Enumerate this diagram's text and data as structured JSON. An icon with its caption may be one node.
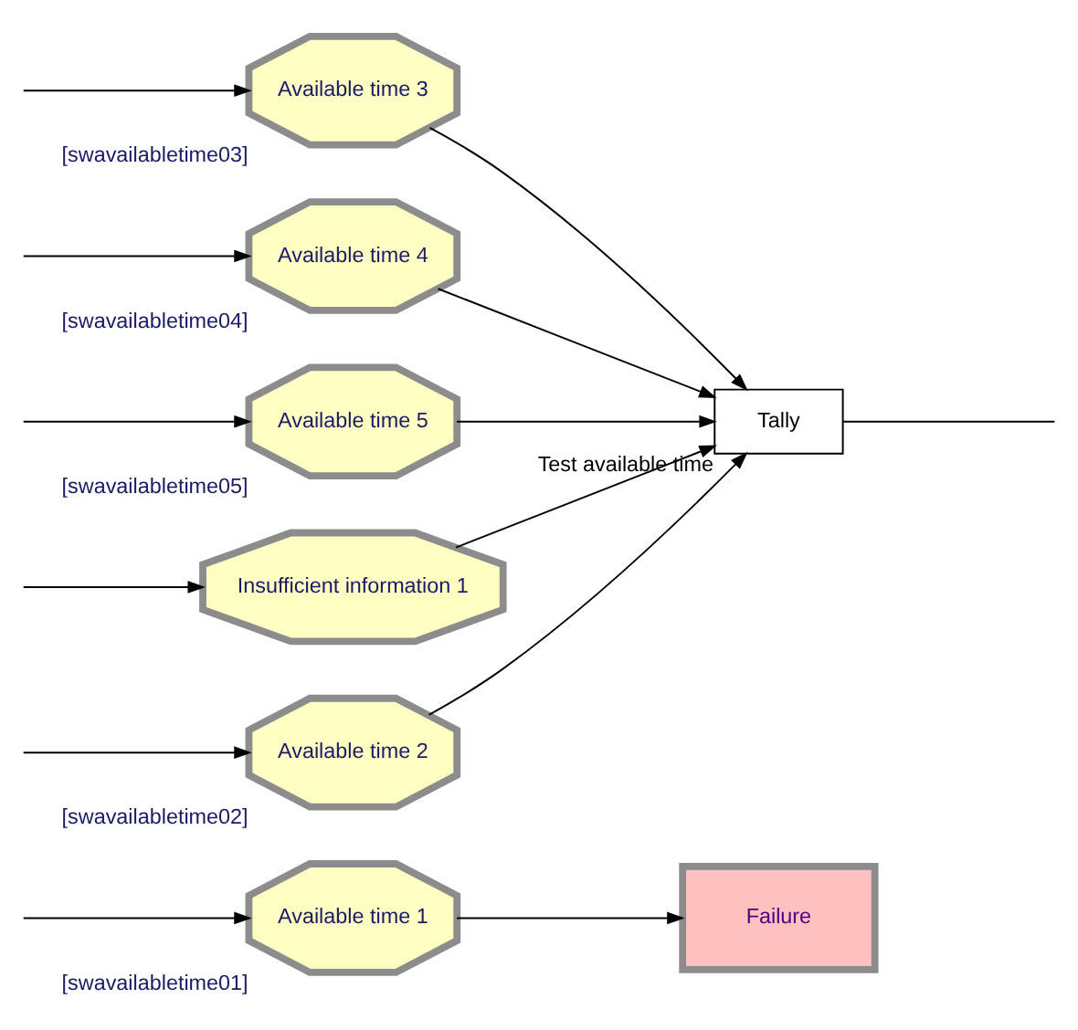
{
  "diagram": {
    "nodes": [
      {
        "text": [
          "Available time 1"
        ],
        "beside": [
          "[swavailabletime01]"
        ]
      },
      {
        "text": [
          "Failure"
        ]
      },
      {
        "text": [
          "Available time 2"
        ],
        "beside": [
          "[swavailabletime02]"
        ]
      },
      {
        "text": [
          "Available time 3"
        ],
        "beside": [
          "[swavailabletime03]"
        ]
      },
      {
        "text": [
          "Available time 4"
        ],
        "beside": [
          "[swavailabletime04]"
        ]
      },
      {
        "text": [
          "Available time 5"
        ],
        "beside": [
          "[swavailabletime05]"
        ]
      },
      {
        "text": [
          "Insufficient information 1"
        ]
      },
      {
        "text": [
          "Tally"
        ],
        "beside": [
          "Test available time"
        ]
      }
    ],
    "edges": [
      {
        "from": null,
        "to": 0,
        "arrow": "to"
      },
      {
        "from": null,
        "to": 2,
        "arrow": "to"
      },
      {
        "from": null,
        "to": 3,
        "arrow": "to"
      },
      {
        "from": null,
        "to": 4,
        "arrow": "to"
      },
      {
        "from": null,
        "to": 5,
        "arrow": "to"
      },
      {
        "from": null,
        "to": 6,
        "arrow": "to"
      },
      {
        "from": 0,
        "to": 1,
        "arrow": "to"
      },
      {
        "from": 2,
        "to": 7,
        "arrow": "to"
      },
      {
        "from": 3,
        "to": 7,
        "arrow": "to"
      },
      {
        "from": 4,
        "to": 7,
        "arrow": "to"
      },
      {
        "from": 5,
        "to": 7,
        "arrow": "to"
      },
      {
        "from": 6,
        "to": 7,
        "arrow": "to"
      },
      {
        "from": 7,
        "to": null,
        "arrow": "none"
      }
    ]
  }
}
